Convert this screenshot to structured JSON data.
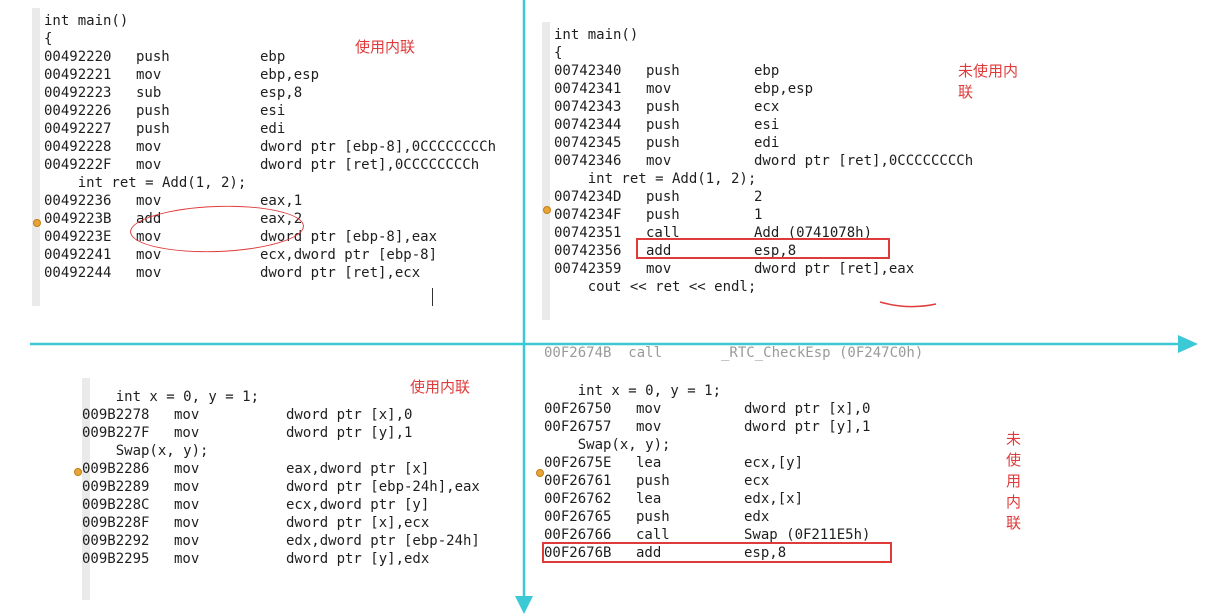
{
  "accent_red": "#e03b3b",
  "arrow_color": "#3cc9d6",
  "panels": {
    "top_left": {
      "label": "使用内联",
      "header": [
        "int main()",
        "{"
      ],
      "lines": [
        {
          "addr": "00492220",
          "op": "push",
          "arg": "ebp"
        },
        {
          "addr": "00492221",
          "op": "mov",
          "arg": "ebp,esp"
        },
        {
          "addr": "00492223",
          "op": "sub",
          "arg": "esp,8"
        },
        {
          "addr": "00492226",
          "op": "push",
          "arg": "esi"
        },
        {
          "addr": "00492227",
          "op": "push",
          "arg": "edi"
        },
        {
          "addr": "00492228",
          "op": "mov",
          "arg": "dword ptr [ebp-8],0CCCCCCCCh"
        },
        {
          "addr": "0049222F",
          "op": "mov",
          "arg": "dword ptr [ret],0CCCCCCCCh"
        }
      ],
      "source": "    int ret = Add(1, 2);",
      "lines2": [
        {
          "addr": "00492236",
          "op": "mov",
          "arg": "eax,1"
        },
        {
          "addr": "0049223B",
          "op": "add",
          "arg": "eax,2"
        },
        {
          "addr": "0049223E",
          "op": "mov",
          "arg": "dword ptr [ebp-8],eax"
        },
        {
          "addr": "00492241",
          "op": "mov",
          "arg": "ecx,dword ptr [ebp-8]"
        },
        {
          "addr": "00492244",
          "op": "mov",
          "arg": "dword ptr [ret],ecx"
        }
      ]
    },
    "top_right": {
      "label": "未使用内联",
      "header": [
        "int main()",
        "{"
      ],
      "lines": [
        {
          "addr": "00742340",
          "op": "push",
          "arg": "ebp"
        },
        {
          "addr": "00742341",
          "op": "mov",
          "arg": "ebp,esp"
        },
        {
          "addr": "00742343",
          "op": "push",
          "arg": "ecx"
        },
        {
          "addr": "00742344",
          "op": "push",
          "arg": "esi"
        },
        {
          "addr": "00742345",
          "op": "push",
          "arg": "edi"
        },
        {
          "addr": "00742346",
          "op": "mov",
          "arg": "dword ptr [ret],0CCCCCCCCh"
        }
      ],
      "source": "    int ret = Add(1, 2);",
      "lines2": [
        {
          "addr": "0074234D",
          "op": "push",
          "arg": "2"
        },
        {
          "addr": "0074234F",
          "op": "push",
          "arg": "1"
        },
        {
          "addr": "00742351",
          "op": "call",
          "arg": "Add (0741078h)"
        },
        {
          "addr": "00742356",
          "op": "add",
          "arg": "esp,8"
        },
        {
          "addr": "00742359",
          "op": "mov",
          "arg": "dword ptr [ret],eax"
        }
      ],
      "source2": "    cout << ret << endl;"
    },
    "bottom_left": {
      "label": "使用内联",
      "source": "    int x = 0, y = 1;",
      "lines": [
        {
          "addr": "009B2278",
          "op": "mov",
          "arg": "dword ptr [x],0"
        },
        {
          "addr": "009B227F",
          "op": "mov",
          "arg": "dword ptr [y],1"
        }
      ],
      "source2": "    Swap(x, y);",
      "lines2": [
        {
          "addr": "009B2286",
          "op": "mov",
          "arg": "eax,dword ptr [x]"
        },
        {
          "addr": "009B2289",
          "op": "mov",
          "arg": "dword ptr [ebp-24h],eax"
        },
        {
          "addr": "009B228C",
          "op": "mov",
          "arg": "ecx,dword ptr [y]"
        },
        {
          "addr": "009B228F",
          "op": "mov",
          "arg": "dword ptr [x],ecx"
        },
        {
          "addr": "009B2292",
          "op": "mov",
          "arg": "edx,dword ptr [ebp-24h]"
        },
        {
          "addr": "009B2295",
          "op": "mov",
          "arg": "dword ptr [y],edx"
        }
      ]
    },
    "bottom_right": {
      "label": "未使用内联",
      "partial_top": "00F2674B  call       _RTC_CheckEsp (0F247C0h)",
      "source": "    int x = 0, y = 1;",
      "lines": [
        {
          "addr": "00F26750",
          "op": "mov",
          "arg": "dword ptr [x],0"
        },
        {
          "addr": "00F26757",
          "op": "mov",
          "arg": "dword ptr [y],1"
        }
      ],
      "source2": "    Swap(x, y);",
      "lines2": [
        {
          "addr": "00F2675E",
          "op": "lea",
          "arg": "ecx,[y]"
        },
        {
          "addr": "00F26761",
          "op": "push",
          "arg": "ecx"
        },
        {
          "addr": "00F26762",
          "op": "lea",
          "arg": "edx,[x]"
        },
        {
          "addr": "00F26765",
          "op": "push",
          "arg": "edx"
        },
        {
          "addr": "00F26766",
          "op": "call",
          "arg": "Swap (0F211E5h)"
        },
        {
          "addr": "00F2676B",
          "op": "add",
          "arg": "esp,8"
        }
      ]
    }
  }
}
